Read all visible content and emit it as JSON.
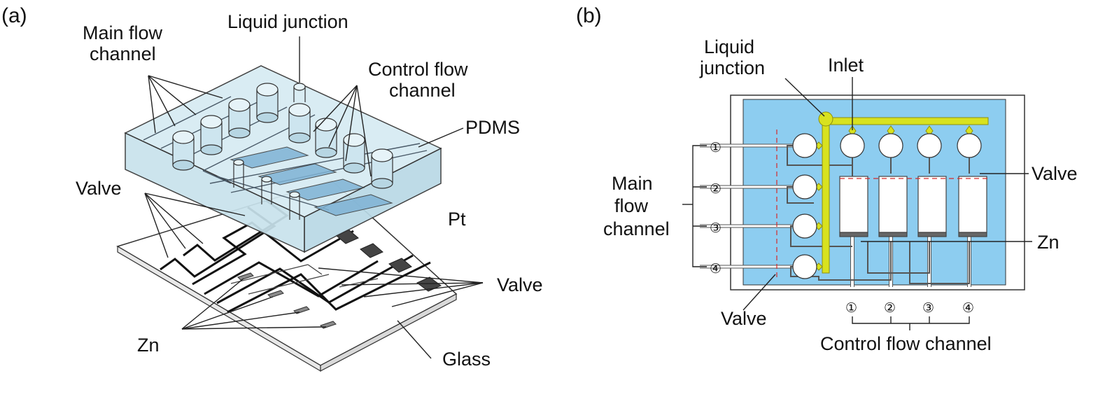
{
  "panel_a": {
    "tag": "(a)",
    "labels": {
      "main_flow_1": "Main flow",
      "main_flow_2": "channel",
      "liquid_junction": "Liquid junction",
      "control_flow_1": "Control flow",
      "control_flow_2": "channel",
      "pdms": "PDMS",
      "valve_left": "Valve",
      "pt": "Pt",
      "valve_right": "Valve",
      "zn": "Zn",
      "glass": "Glass"
    }
  },
  "panel_b": {
    "tag": "(b)",
    "labels": {
      "liquid_1": "Liquid",
      "liquid_2": "junction",
      "inlet": "Inlet",
      "valve_right": "Valve",
      "main_1": "Main",
      "main_2": "flow",
      "main_3": "channel",
      "zn": "Zn",
      "valve_bottom": "Valve",
      "control_flow": "Control flow channel"
    },
    "numbers": [
      "①",
      "②",
      "③",
      "④"
    ]
  },
  "colors": {
    "pdms": "#cfe6ef",
    "chip": "#8dcdf0",
    "junction": "#d8e21f",
    "valve_marker": "#d42a2a"
  }
}
